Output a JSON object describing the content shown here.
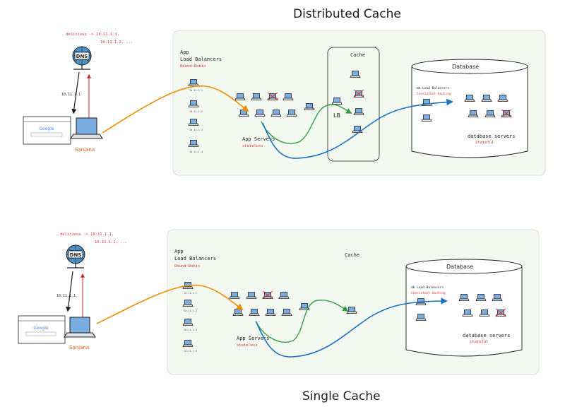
{
  "top": {
    "title": "Distributed Cache",
    "dns_records_line1": "delicious -> 10.11.1.1,",
    "dns_records_line2": "10.11.1.2, ...",
    "dns_label": "DNS",
    "resolved_ip": "10.11.1.1",
    "browser_logo": "Google",
    "user": "Sanjana",
    "lb_heading_line1": "App",
    "lb_heading_line2": "Load Balancers",
    "lb_algo": "Round Robin",
    "lb_ips": [
      "10.11.1.1",
      "10.11.1.2",
      "10.11.1.3",
      "10.11.1.4"
    ],
    "app_servers": "App Servers",
    "stateless": "stateless",
    "cache_title": "Cache",
    "cache_lb": "LB",
    "db_title": "Database",
    "db_lb": "db Load Balancers",
    "db_hashing": "Consistent Hashing",
    "db_servers": "database servers",
    "stateful": "stateful"
  },
  "bottom": {
    "title": "Single Cache",
    "dns_records_line1": "delicious -> 10.11.1.1,",
    "dns_records_line2": "10.11.1.2, ...",
    "dns_label": "DNS",
    "resolved_ip": "10.11.1.1",
    "browser_logo": "Google",
    "user": "Sanjana",
    "lb_heading_line1": "App",
    "lb_heading_line2": "Load Balancers",
    "lb_algo": "Round Robin",
    "lb_ips": [
      "10.11.1.1",
      "10.11.1.2",
      "10.11.1.3",
      "10.11.1.4"
    ],
    "app_servers": "App Servers",
    "stateless": "stateless",
    "cache_title": "Cache",
    "db_title": "Database",
    "db_lb": "db Load Balancers",
    "db_hashing": "Consistent Hashing",
    "db_servers": "database servers",
    "stateful": "stateful"
  },
  "colors": {
    "panel_bg": "#f3f9f0",
    "accent_red": "#e03131",
    "user_orange": "#e8590c",
    "flow_orange": "#f08c00",
    "flow_green": "#2f9e44",
    "flow_blue": "#1971c2",
    "dns_blue": "#4a90c8"
  },
  "icons": [
    "dns-globe-icon",
    "laptop-icon",
    "browser-window-icon",
    "server-laptop-icon",
    "failed-server-icon"
  ]
}
